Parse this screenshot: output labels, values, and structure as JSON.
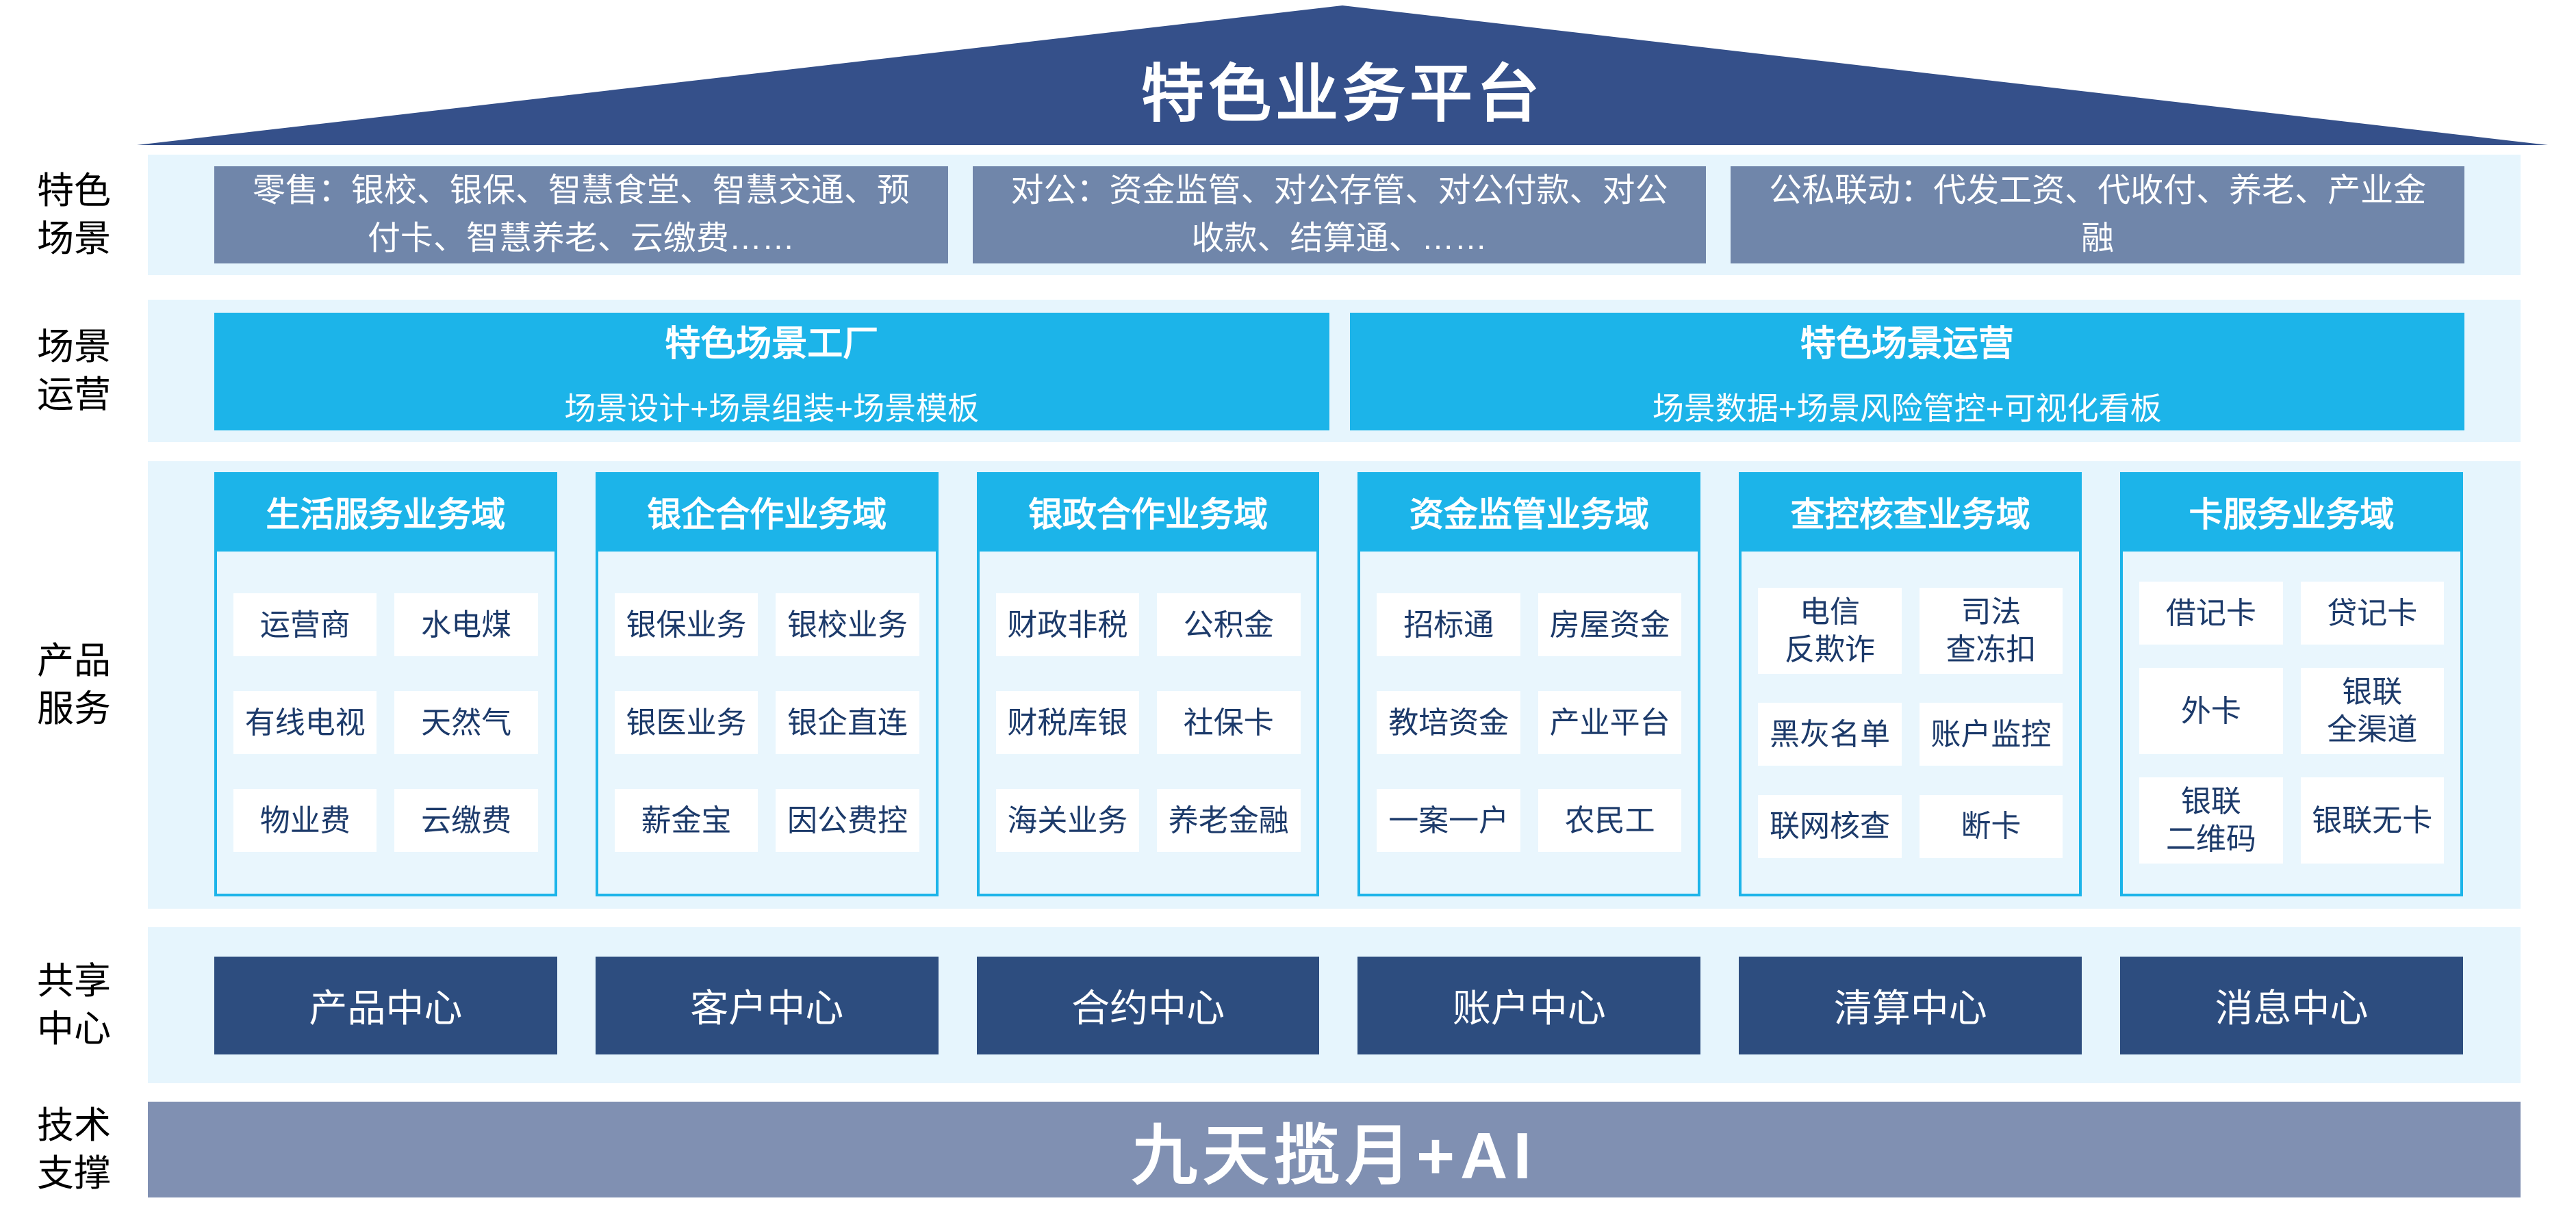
{
  "roof": {
    "title": "特色业务平台"
  },
  "side_labels": [
    "特色\n场景",
    "场景\n运营",
    "产品\n服务",
    "共享\n中心",
    "技术\n支撑"
  ],
  "scenario_band": {
    "boxes": [
      "零售：银校、银保、智慧食堂、智慧交通、预付卡、智慧养老、云缴费……",
      "对公：资金监管、对公存管、对公付款、对公收款、结算通、……",
      "公私联动：代发工资、代收付、养老、产业金融"
    ]
  },
  "operation_band": {
    "boxes": [
      {
        "title": "特色场景工厂",
        "subtitle": "场景设计+场景组装+场景模板"
      },
      {
        "title": "特色场景运营",
        "subtitle": "场景数据+场景风险管控+可视化看板"
      }
    ]
  },
  "product_band": {
    "columns": [
      {
        "title": "生活服务业务域",
        "cells": [
          [
            "运营商",
            "水电煤"
          ],
          [
            "有线电视",
            "天然气"
          ],
          [
            "物业费",
            "云缴费"
          ]
        ]
      },
      {
        "title": "银企合作业务域",
        "cells": [
          [
            "银保业务",
            "银校业务"
          ],
          [
            "银医业务",
            "银企直连"
          ],
          [
            "薪金宝",
            "因公费控"
          ]
        ]
      },
      {
        "title": "银政合作业务域",
        "cells": [
          [
            "财政非税",
            "公积金"
          ],
          [
            "财税库银",
            "社保卡"
          ],
          [
            "海关业务",
            "养老金融"
          ]
        ]
      },
      {
        "title": "资金监管业务域",
        "cells": [
          [
            "招标通",
            "房屋资金"
          ],
          [
            "教培资金",
            "产业平台"
          ],
          [
            "一案一户",
            "农民工"
          ]
        ]
      },
      {
        "title": "查控核查业务域",
        "cells": [
          [
            "电信\n反欺诈",
            "司法\n查冻扣"
          ],
          [
            "黑灰名单",
            "账户监控"
          ],
          [
            "联网核查",
            "断卡"
          ]
        ]
      },
      {
        "title": "卡服务业务域",
        "cells": [
          [
            "借记卡",
            "贷记卡"
          ],
          [
            "外卡",
            "银联\n全渠道"
          ],
          [
            "银联\n二维码",
            "银联无卡"
          ]
        ]
      }
    ]
  },
  "center_band": {
    "boxes": [
      "产品中心",
      "客户中心",
      "合约中心",
      "账户中心",
      "清算中心",
      "消息中心"
    ]
  },
  "tech_band": {
    "title": "九天揽月+AI"
  },
  "colors": {
    "roof_navy": "#35508a",
    "band_light_blue": "#e6f5fd",
    "accent_cyan": "#1cb4e9",
    "scenario_gray_blue": "#7086aa",
    "center_navy": "#2d4d7f",
    "tech_gray_blue": "#8090b2",
    "cell_text_navy": "#1c3a6a"
  }
}
